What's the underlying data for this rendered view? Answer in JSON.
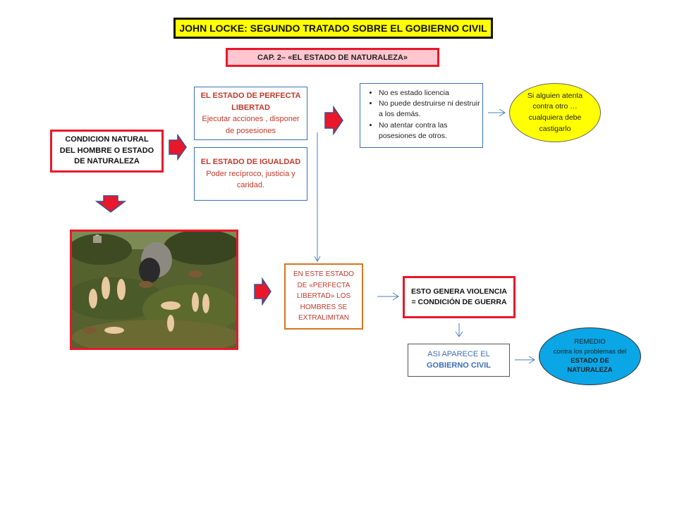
{
  "title": "JOHN LOCKE: SEGUNDO TRATADO SOBRE EL GOBIERNO CIVIL",
  "subtitle": "CAP. 2– «EL ESTADO DE NATURALEZA»",
  "condicion": "CONDICION NATURAL DEL HOMBRE  O ESTADO DE NATURALEZA",
  "libertad": {
    "heading": "EL ESTADO  DE PERFECTA LIBERTAD",
    "text": "Ejecutar acciones ,  disponer de posesiones"
  },
  "igualdad": {
    "heading": "EL ESTADO  DE IGUALDAD",
    "text": "Poder recíproco, justicia y caridad."
  },
  "list_items": [
    "No es estado licencia",
    "No puede destruirse ni destruir a los demás.",
    "No atentar contra las posesiones de otros."
  ],
  "yellow_ellipse": "Si alguien atenta contra otro … cualquiera  debe castigarlo",
  "extralimitan": "EN ESTE  ESTADO DE «PERFECTA LIBERTAD» LOS HOMBRES  SE EXTRALIMITAN",
  "violencia": "ESTO GENERA VIOLENCIA = CONDICIÓN DE GUERRA",
  "gobierno": {
    "line1": "ASI APARECE EL",
    "line2": "GOBIERNO CIVIL"
  },
  "remedio": {
    "line1": "REMEDIO",
    "line2": "contra los problemas del",
    "line3": "ESTADO DE NATURALEZA"
  },
  "colors": {
    "title_bg": "#ffff00",
    "subtitle_bg": "#ffc6cf",
    "red_border": "#e8182a",
    "blue_line": "#3b6fb6",
    "arrow_fill": "#e8182a",
    "arrow_stroke": "#3b4f8f",
    "ellipse_yellow": "#ffff00",
    "ellipse_blue": "#0aa6e6"
  }
}
